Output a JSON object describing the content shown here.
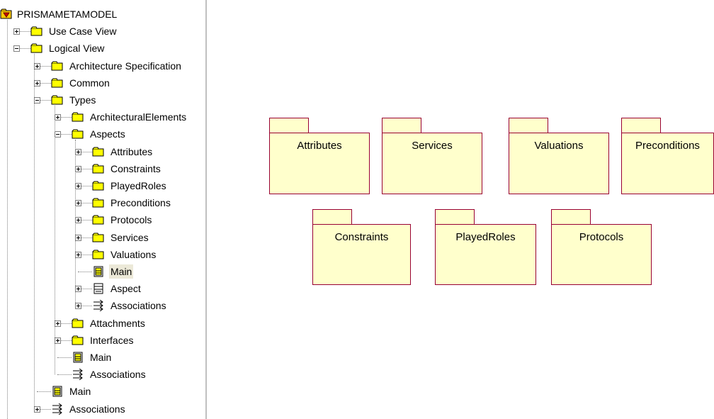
{
  "tree": {
    "nodes": [
      {
        "label": "PRISMAMETAMODEL",
        "icon": "model-icon"
      },
      {
        "label": "Use Case View",
        "icon": "folder-icon",
        "expander": "plus"
      },
      {
        "label": "Logical View",
        "icon": "folder-icon",
        "expander": "minus"
      },
      {
        "label": "Architecture Specification",
        "icon": "folder-icon",
        "expander": "plus"
      },
      {
        "label": "Common",
        "icon": "folder-icon",
        "expander": "plus"
      },
      {
        "label": "Types",
        "icon": "folder-icon",
        "expander": "minus"
      },
      {
        "label": "ArchitecturalElements",
        "icon": "folder-icon",
        "expander": "plus"
      },
      {
        "label": "Aspects",
        "icon": "folder-icon",
        "expander": "minus"
      },
      {
        "label": "Attributes",
        "icon": "folder-icon",
        "expander": "plus"
      },
      {
        "label": "Constraints",
        "icon": "folder-icon",
        "expander": "plus"
      },
      {
        "label": "PlayedRoles",
        "icon": "folder-icon",
        "expander": "plus"
      },
      {
        "label": "Preconditions",
        "icon": "folder-icon",
        "expander": "plus"
      },
      {
        "label": "Protocols",
        "icon": "folder-icon",
        "expander": "plus"
      },
      {
        "label": "Services",
        "icon": "folder-icon",
        "expander": "plus"
      },
      {
        "label": "Valuations",
        "icon": "folder-icon",
        "expander": "plus"
      },
      {
        "label": "Main",
        "icon": "class-diagram-icon",
        "selected": true
      },
      {
        "label": "Aspect",
        "icon": "class-icon",
        "expander": "plus"
      },
      {
        "label": "Associations",
        "icon": "associations-icon",
        "expander": "plus"
      },
      {
        "label": "Attachments",
        "icon": "folder-icon",
        "expander": "plus"
      },
      {
        "label": "Interfaces",
        "icon": "folder-icon",
        "expander": "plus"
      },
      {
        "label": "Main",
        "icon": "class-diagram-icon"
      },
      {
        "label": "Associations",
        "icon": "associations-icon"
      },
      {
        "label": "Main",
        "icon": "class-diagram-icon"
      },
      {
        "label": "Associations",
        "icon": "associations-icon",
        "expander": "plus"
      }
    ]
  },
  "diagram": {
    "packages": [
      {
        "name": "Attributes"
      },
      {
        "name": "Services"
      },
      {
        "name": "Valuations"
      },
      {
        "name": "Preconditions"
      },
      {
        "name": "Constraints"
      },
      {
        "name": "PlayedRoles"
      },
      {
        "name": "Protocols"
      }
    ]
  },
  "colors": {
    "package_fill": "#ffffcc",
    "package_border": "#990033",
    "folder_yellow": "#ffff00",
    "selection": "#ece9d8"
  }
}
